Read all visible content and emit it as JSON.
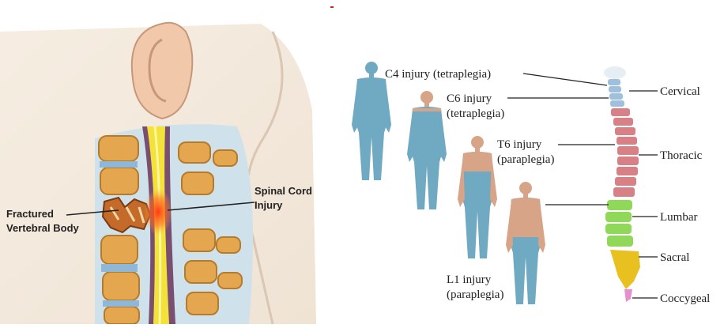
{
  "left_panel": {
    "labels": {
      "fractured_line1": "Fractured",
      "fractured_line2": "Vertebral Body",
      "spinal_line1": "Spinal Cord",
      "spinal_line2": "Injury"
    }
  },
  "right_panel": {
    "injury_labels": [
      {
        "line1": "C4 injury (tetraplegia)",
        "line2": ""
      },
      {
        "line1": "C6 injury",
        "line2": "(tetraplegia)"
      },
      {
        "line1": "T6 injury",
        "line2": "(paraplegia)"
      },
      {
        "line1": "L1 injury",
        "line2": "(paraplegia)"
      }
    ],
    "spine_regions": [
      "Cervical",
      "Thoracic",
      "Lumbar",
      "Sacral",
      "Coccygeal"
    ]
  },
  "colors": {
    "body_paralysis": "#6fa9c2",
    "skin": "#d8a488",
    "cervical": "#9fc0dc",
    "thoracic": "#d97f86",
    "lumbar": "#8fd85a",
    "sacral": "#e8c020",
    "coccygeal": "#e58fd0",
    "cord_yellow": "#f2e23a",
    "bone": "#e0a24a",
    "injury_red": "#e2361c"
  }
}
